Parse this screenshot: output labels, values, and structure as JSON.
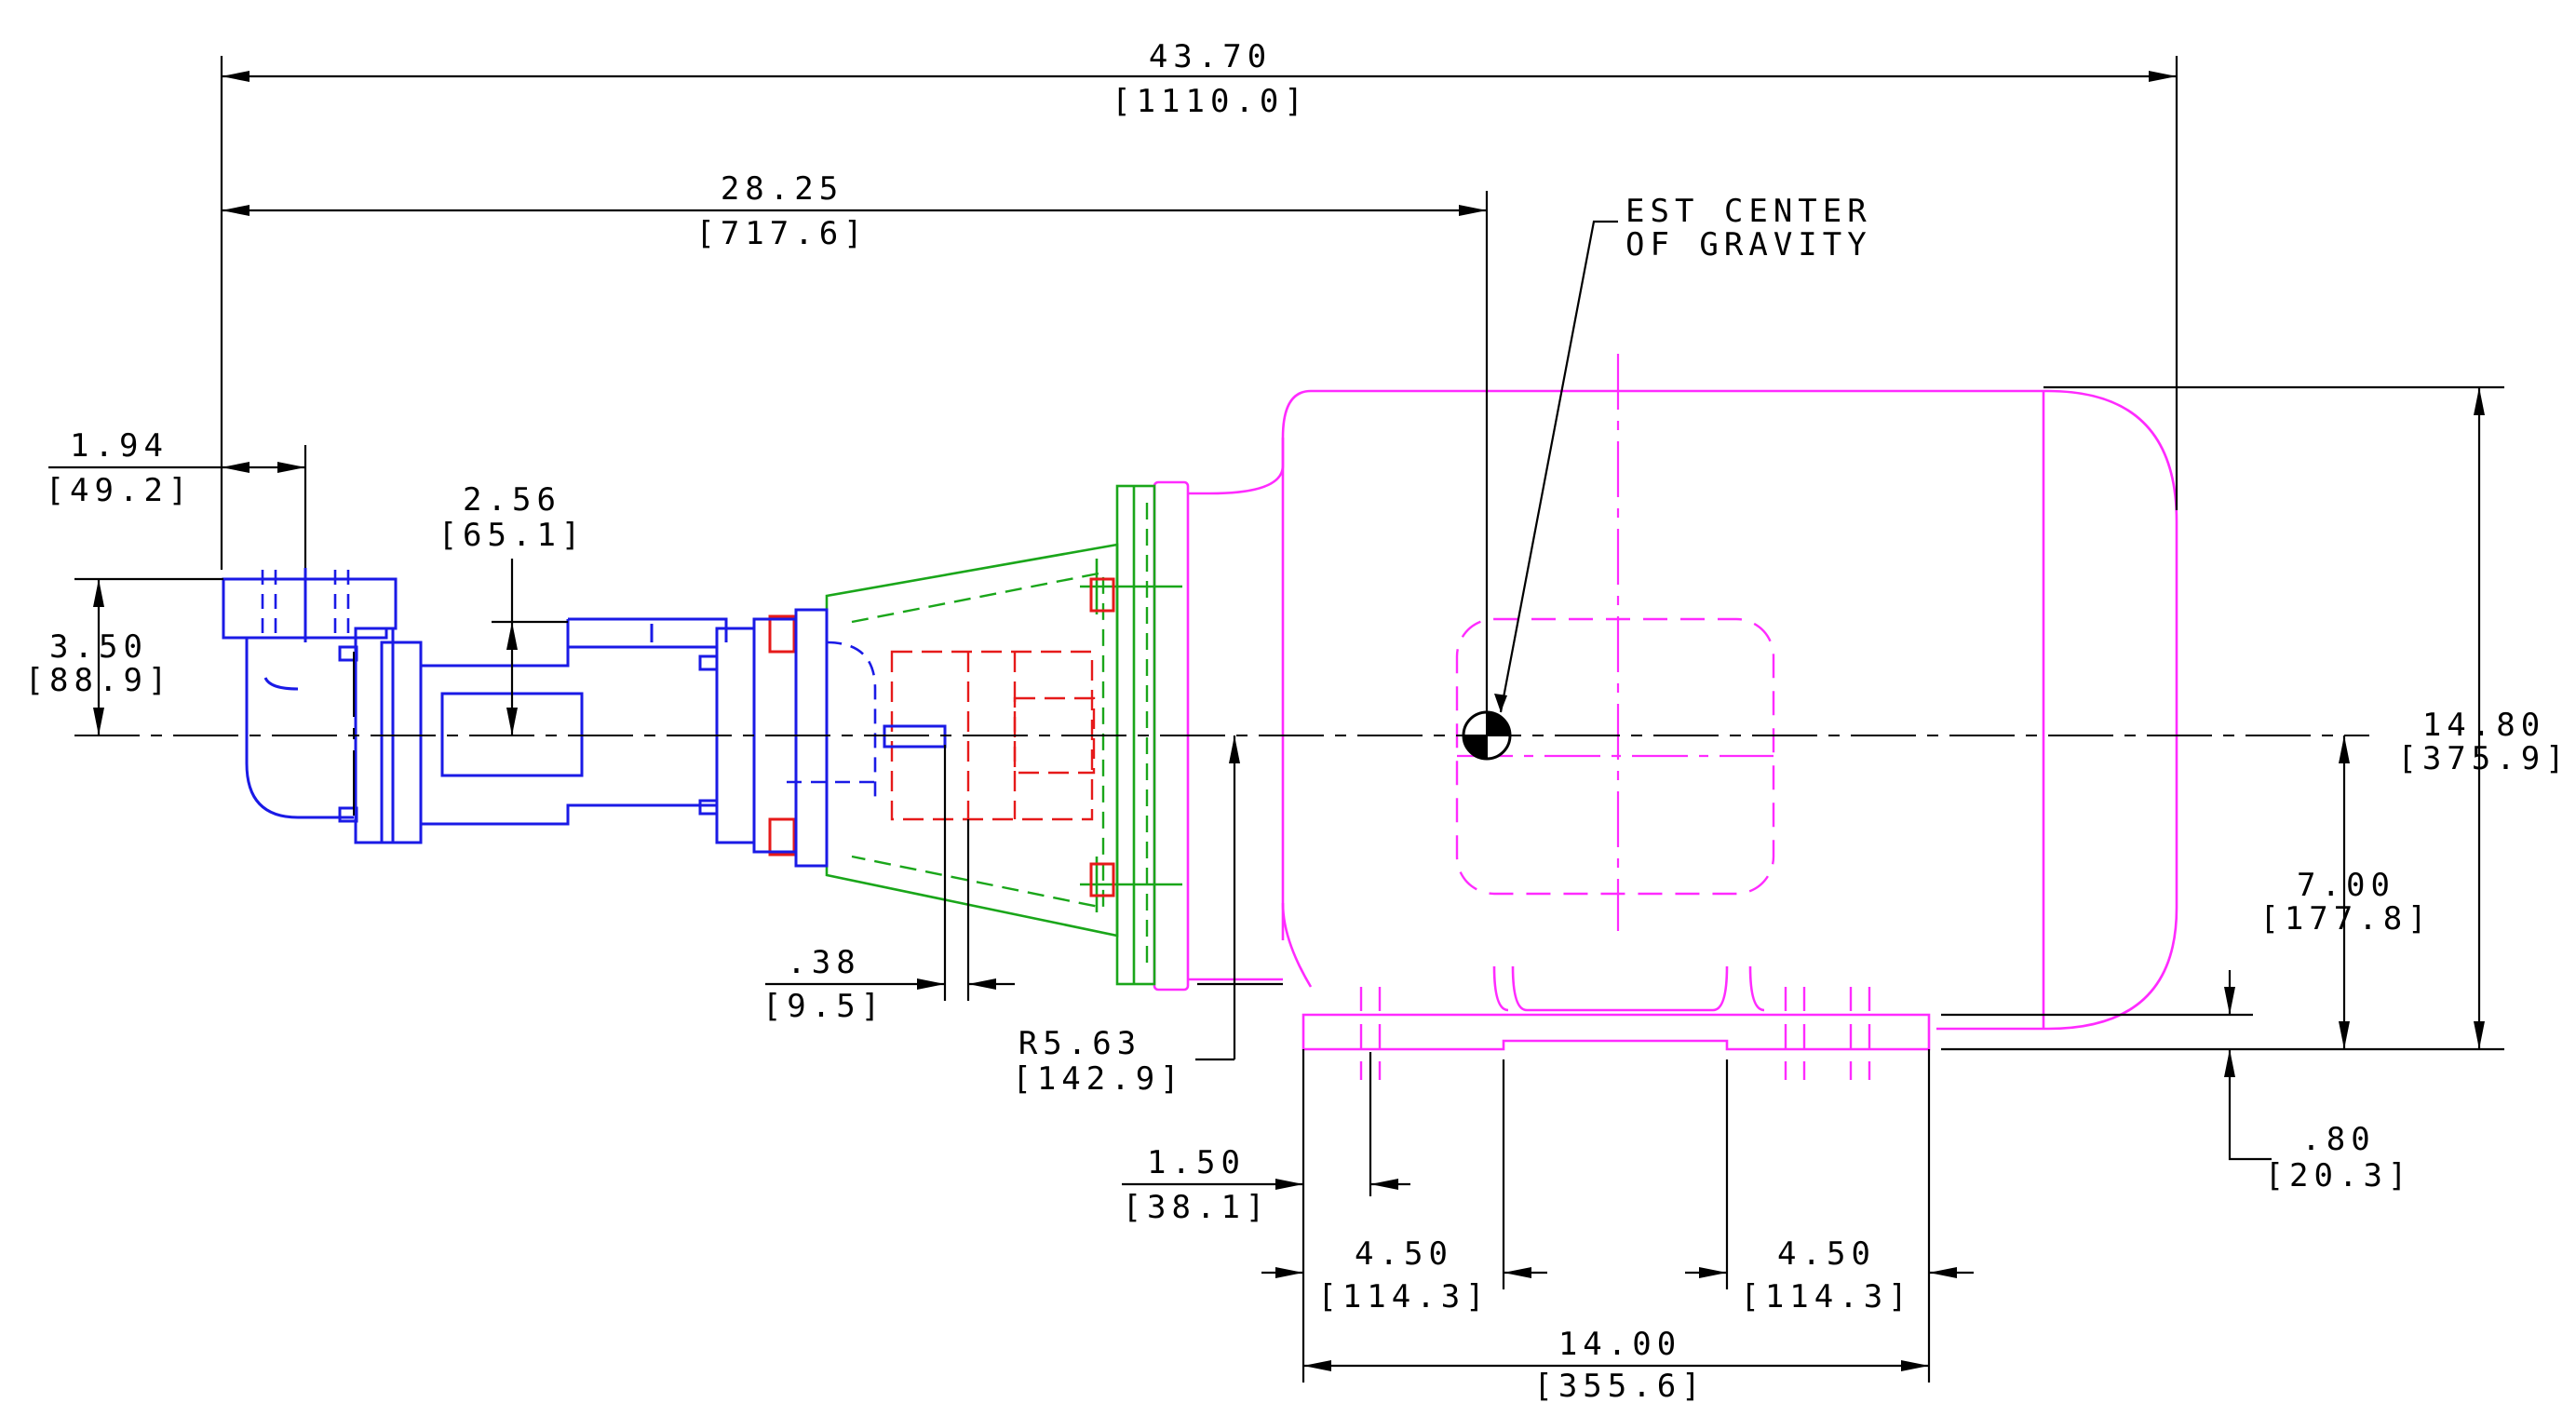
{
  "drawing": {
    "callout": {
      "line1": "EST CENTER",
      "line2": "OF GRAVITY"
    },
    "dimensions": {
      "overall_length": {
        "in": "43.70",
        "mm": "[1110.0]"
      },
      "cg_location": {
        "in": "28.25",
        "mm": "[717.6]"
      },
      "suction_offset": {
        "in": "1.94",
        "mm": "[49.2]"
      },
      "discharge_height": {
        "in": "2.56",
        "mm": "[65.1]"
      },
      "suction_height": {
        "in": "3.50",
        "mm": "[88.9]"
      },
      "coupling_gap": {
        "in": ".38",
        "mm": "[9.5]"
      },
      "radius": {
        "in": "R5.63",
        "mm": "[142.9]"
      },
      "foot_offset": {
        "in": "1.50",
        "mm": "[38.1]"
      },
      "foot_left": {
        "in": "4.50",
        "mm": "[114.3]"
      },
      "foot_right": {
        "in": "4.50",
        "mm": "[114.3]"
      },
      "foot_span": {
        "in": "14.00",
        "mm": "[355.6]"
      },
      "overall_height": {
        "in": "14.80",
        "mm": "[375.9]"
      },
      "shaft_height": {
        "in": "7.00",
        "mm": "[177.8]"
      },
      "base_thickness": {
        "in": ".80",
        "mm": "[20.3]"
      }
    },
    "colors": {
      "motor": "#ff2bff",
      "pump": "#1a1ae6",
      "adapter": "#1aa61a",
      "coupling": "#e61a1a",
      "dimension": "#000000"
    },
    "icons": {
      "center_of_gravity": "center-of-gravity-symbol"
    }
  }
}
